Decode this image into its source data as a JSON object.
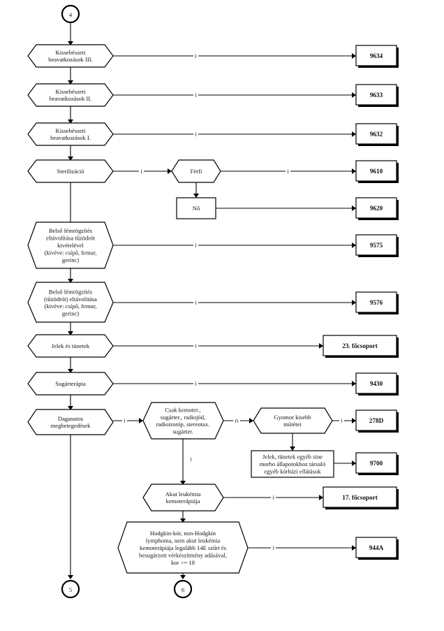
{
  "connectors": {
    "top": "4",
    "bottom_left": "5",
    "bottom_mid": "6"
  },
  "decisions": {
    "kiss3": [
      "Kissebészeti",
      "beavatkozások III."
    ],
    "kiss2": [
      "Kissebészeti",
      "beavatkozások II."
    ],
    "kiss1": [
      "Kissebészeti",
      "beavatkozások I."
    ],
    "steril": [
      "Sterilizáció"
    ],
    "ferfi": [
      "Férfi"
    ],
    "belso1": [
      "Belső fémrögzítés",
      "eltávolítása tűzödrót",
      "kivételével",
      "(kivéve: csípő, femur,",
      "gerinc)"
    ],
    "belso2": [
      "Belső fémrögzítés",
      "(tűzödrót) eltávolítása",
      "(kivéve: csípő, femur,",
      "gerinc)"
    ],
    "jelek": [
      "Jelek és tünetek"
    ],
    "sugar": [
      "Sugárterápia"
    ],
    "daganat": [
      "Daganatos",
      "megbetegedések"
    ],
    "csak": [
      "Csak kemoter.,",
      "sugárter., radiojód,",
      "radioizotóp, stereotax.",
      "sugárter."
    ],
    "gyomor": [
      "Gyomor kisebb",
      "műtétei"
    ],
    "akut": [
      "Akut leukémia",
      "kemoterápiája"
    ],
    "hodgkin": [
      "Hodgkin-kór, non-Hodgkin",
      "lymphoma, nem akut leukémia",
      "kemoterápiája legalább 14E szűrt és",
      "besugárzott vérkészítmény adásával,",
      "kor >= 18"
    ]
  },
  "boxes": {
    "no": [
      "Nő"
    ],
    "jelek2": [
      "Jelek, tünetek egyéb sine",
      "morbo állapotokhoz társuló",
      "egyéb kórházi ellátások"
    ]
  },
  "results": {
    "r9634": "9634",
    "r9633": "9633",
    "r9632": "9632",
    "r9610": "9610",
    "r9620": "9620",
    "r9575": "9575",
    "r9576": "9576",
    "r23": "23. főcsoport",
    "r9430": "9430",
    "r278d": "278D",
    "r9700": "9700",
    "r17": "17. főcsoport",
    "r944a": "944A"
  },
  "edge_labels": {
    "i": "i",
    "n": "n"
  }
}
